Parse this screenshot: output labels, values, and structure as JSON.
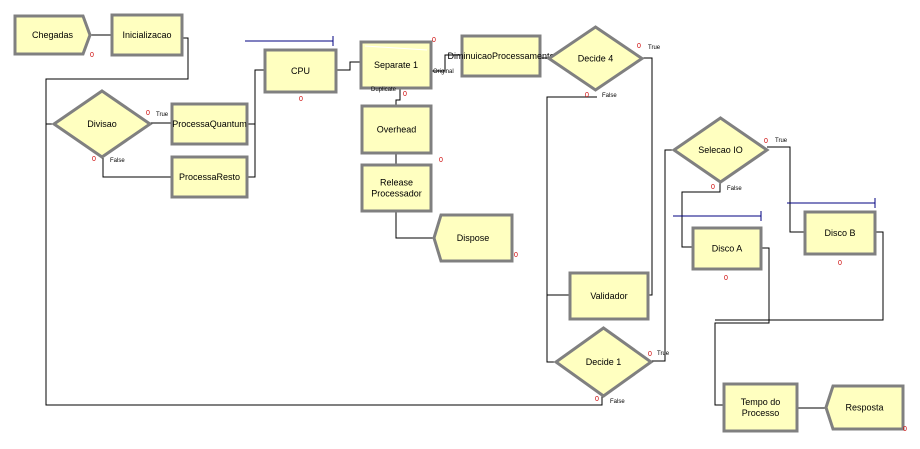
{
  "modules": {
    "chegadas": "Chegadas",
    "inicializacao": "Inicializacao",
    "divisao": "Divisao",
    "processa_quantum": "ProcessaQuantum",
    "processa_resto": "ProcessaResto",
    "cpu": "CPU",
    "separate_1": "Separate 1",
    "diminuicao": "DiminuicaoProcessamento",
    "decide_4": "Decide 4",
    "overhead": "Overhead",
    "release_line1": "Release",
    "release_line2": "Processador",
    "dispose": "Dispose",
    "selecao_io": "Selecao IO",
    "disco_a": "Disco A",
    "disco_b": "Disco B",
    "validador": "Validador",
    "decide_1": "Decide 1",
    "tempo_line1": "Tempo do",
    "tempo_line2": "Processo",
    "resposta": "Resposta"
  },
  "branch_labels": {
    "true": "True",
    "false": "False",
    "original": "Original",
    "duplicate": "Duplicate"
  },
  "counter_value": "0",
  "colors": {
    "module_fill": "#ffffc0",
    "module_border": "#808080",
    "connector": "#000000",
    "queue_line": "#000080",
    "counter": "#cc0000"
  }
}
